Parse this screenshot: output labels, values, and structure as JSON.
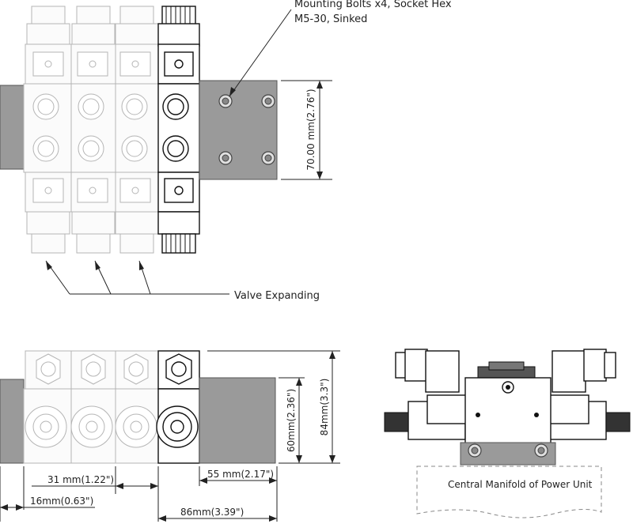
{
  "labels": {
    "mounting_bolts_line1": "Mounting Bolts x4, Socket Hex",
    "mounting_bolts_line2": "M5-30, Sinked",
    "height_70": "70.00 mm(2.76\")",
    "valve_expanding": "Valve Expanding",
    "height_60": "60mm(2.36\")",
    "height_84": "84mm(3.3\")",
    "width_31": "31 mm(1.22\")",
    "width_55": "55 mm(2.17\")",
    "width_16": "16mm(0.63\")",
    "width_86": "86mm(3.39\")",
    "central_manifold": "Central Manifold of  Power Unit"
  },
  "colors": {
    "plate": "#9a9a9a",
    "ghost_outline": "#b5b5b5",
    "line": "#222222"
  }
}
